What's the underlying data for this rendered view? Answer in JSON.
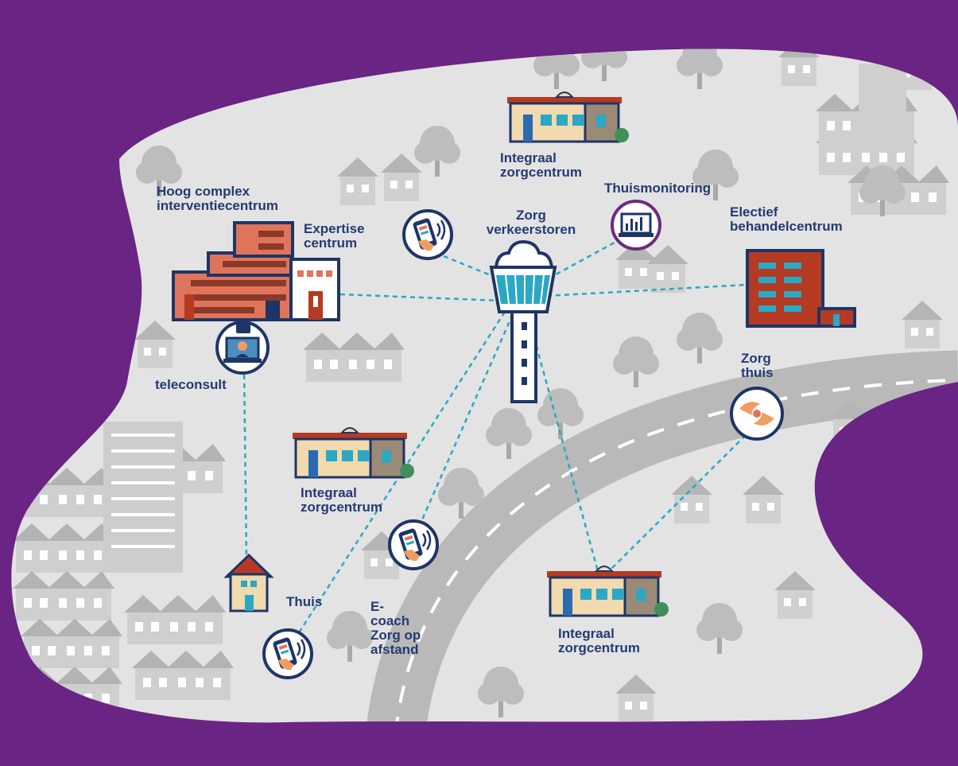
{
  "colors": {
    "frame": "#6a2483",
    "map": "#e3e3e3",
    "building_grey": "#c4c4c4",
    "connector": "#2aa8c4",
    "label": "#243a73",
    "navy": "#1e3566",
    "roof_red": "#b53a23",
    "wall_cream": "#f1d9b0",
    "brick": "#e0745a",
    "hand": "#f29c63",
    "monitor_purple": "#6d2a80"
  },
  "labels": {
    "hoog_complex": "Hoog complex\ninterventiecentrum",
    "expertise": "Expertise\ncentrum",
    "integraal_top": "Integraal\nzorgcentrum",
    "thuismonitoring": "Thuismonitoring",
    "zorg_verkeerstoren": "Zorg\nverkeerstoren",
    "electief": "Electief\nbehandelcentrum",
    "teleconsult": "teleconsult",
    "zorg_thuis": "Zorg\nthuis",
    "integraal_mid": "Integraal\nzorgcentrum",
    "thuis": "Thuis",
    "ecoach": "E-\ncoach\nZorg op\nafstand",
    "integraal_bottom": "Integraal\nzorgcentrum"
  },
  "icons": {
    "tower": "air-traffic-control-tower-icon",
    "phone": "smartphone-in-hand-icon",
    "monitoring": "laptop-chart-icon",
    "teleconsult": "laptop-video-call-icon",
    "care": "caring-hands-icon",
    "house": "house-icon",
    "care_center": "care-centre-building-icon",
    "hospital": "hospital-building-icon",
    "clinic": "clinic-building-icon"
  }
}
